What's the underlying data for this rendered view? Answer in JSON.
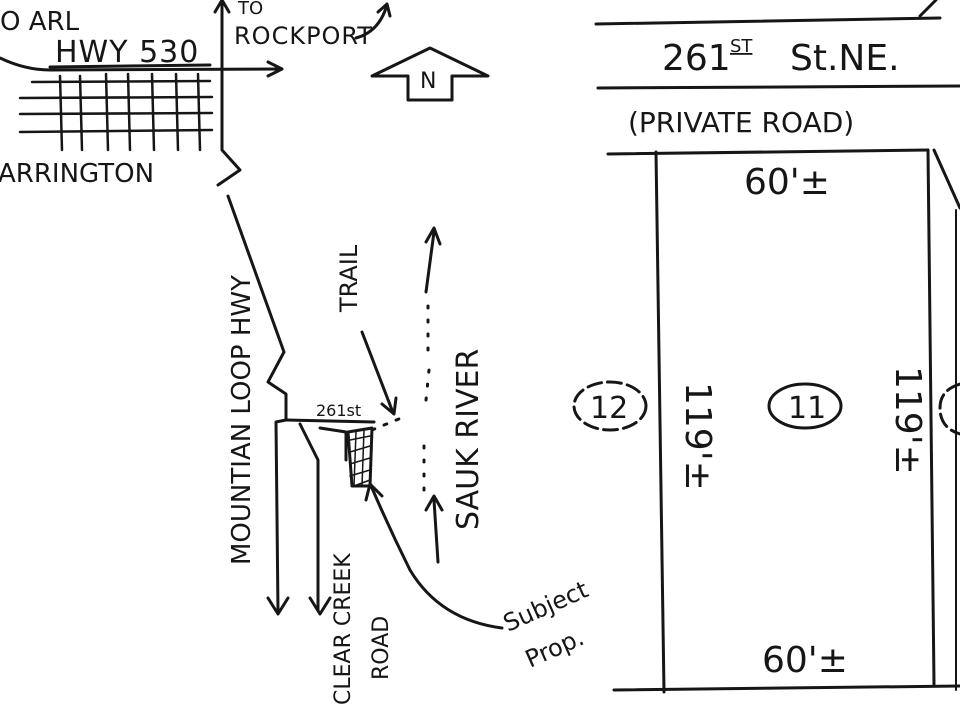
{
  "map": {
    "top_left_fragment": "O ARL",
    "highway": "HWY 530",
    "to_rockport": "TO",
    "rockport": "ROCKPORT",
    "north": "N",
    "town": "ARRINGTON",
    "mountain_loop": "MOUNTIAN LOOP HWY",
    "trail": "TRAIL",
    "river": "SAUK RIVER",
    "small_street": "261st",
    "clear_creek": "CLEAR CREEK",
    "road": "ROAD",
    "subject_1": "Subject",
    "subject_2": "Prop."
  },
  "plat": {
    "street_main": "261",
    "street_sup": "ST",
    "street_end": "St.NE.",
    "private_road": "(PRIVATE ROAD)",
    "top_dim": "60'±",
    "bottom_dim": "60'±",
    "left_dim": "119'±",
    "right_dim": "119'±",
    "lot_self": "11",
    "lot_left": "12"
  },
  "colors": {
    "ink": "#161616",
    "paper": "#ffffff"
  }
}
